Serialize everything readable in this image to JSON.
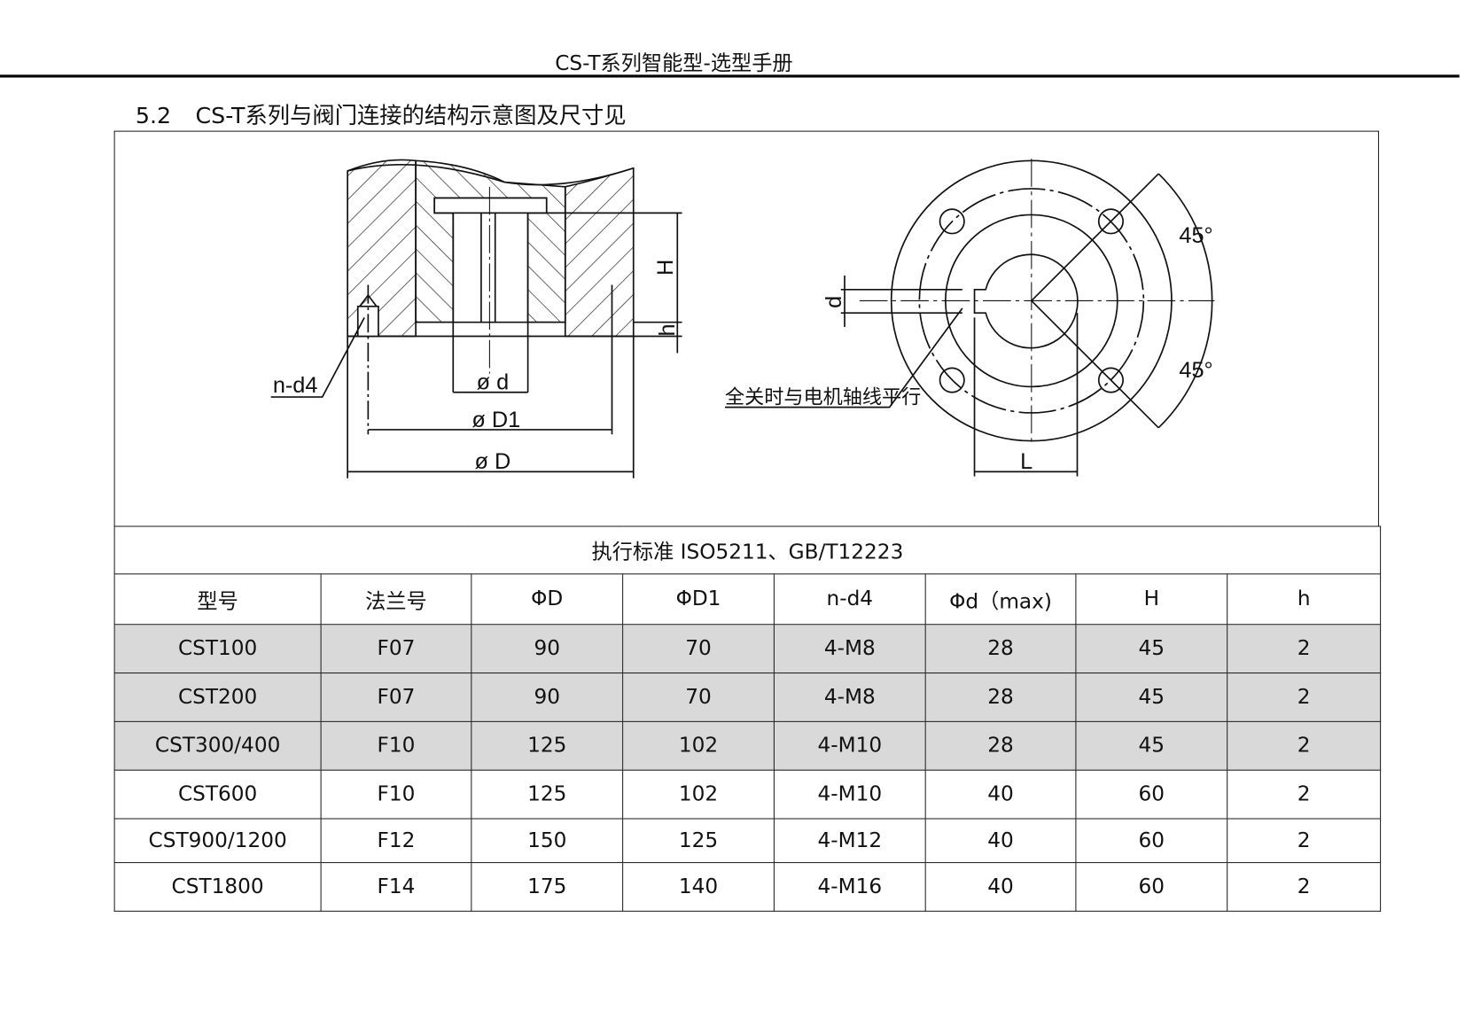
{
  "header": {
    "title": "CS-T系列智能型-选型手册"
  },
  "section": {
    "number": "5.2",
    "title": "CS-T系列与阀门连接的结构示意图及尺寸见"
  },
  "figure": {
    "left_labels": {
      "n_d4": "n-d4",
      "d": "ø d",
      "D1": "ø D1",
      "D": "ø D",
      "H": "H",
      "h": "h"
    },
    "right_labels": {
      "d": "d",
      "L": "L",
      "angle_top": "45°",
      "angle_bottom": "45°",
      "note": "全关时与电机轴线平行"
    }
  },
  "table": {
    "standard": "执行标准 ISO5211、GB/T12223",
    "columns": [
      "型号",
      "法兰号",
      "ΦD",
      "ΦD1",
      "n-d4",
      "Φd（max)",
      "H",
      "h"
    ],
    "rows": [
      [
        "CST100",
        "F07",
        "90",
        "70",
        "4-M8",
        "28",
        "45",
        "2"
      ],
      [
        "CST200",
        "F07",
        "90",
        "70",
        "4-M8",
        "28",
        "45",
        "2"
      ],
      [
        "CST300/400",
        "F10",
        "125",
        "102",
        "4-M10",
        "28",
        "45",
        "2"
      ],
      [
        "CST600",
        "F10",
        "125",
        "102",
        "4-M10",
        "40",
        "60",
        "2"
      ],
      [
        "CST900/1200",
        "F12",
        "150",
        "125",
        "4-M12",
        "40",
        "60",
        "2"
      ],
      [
        "CST1800",
        "F14",
        "175",
        "140",
        "4-M16",
        "40",
        "60",
        "2"
      ]
    ],
    "highlight_color": "#d9d9d9"
  }
}
